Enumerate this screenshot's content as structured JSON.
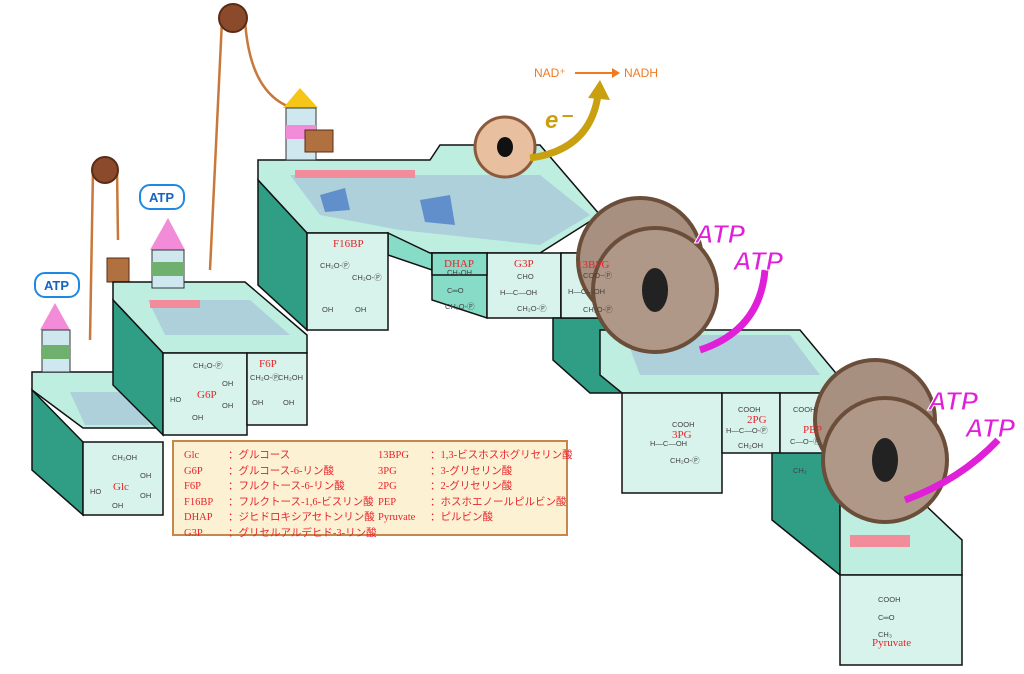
{
  "reaction": {
    "nad": "NAD⁺",
    "nadh": "NADH",
    "electron": "e⁻"
  },
  "atp_bubbles": [
    "ATP",
    "ATP"
  ],
  "atp_products": [
    "ATP",
    "ATP",
    "ATP",
    "ATP"
  ],
  "cards": {
    "glc": "Glc",
    "g6p": "G6P",
    "f6p": "F6P",
    "f16bp": "F16BP",
    "dhap": "DHAP",
    "g3p": "G3P",
    "bpg13": "13BPG",
    "pg3": "3PG",
    "pg2": "2PG",
    "pep": "PEP",
    "pyruvate": "Pyruvate"
  },
  "formulas": {
    "glc": [
      "CH₂OH",
      "OH",
      "HO",
      "OH",
      "OH"
    ],
    "g6p": [
      "CH₂O-Ⓟ",
      "OH",
      "HO",
      "OH",
      "OH"
    ],
    "f6p": [
      "CH₂O-Ⓟ",
      "CH₂OH",
      "OH",
      "OH"
    ],
    "f16bp": [
      "CH₂O-Ⓟ",
      "CH₂O-Ⓟ",
      "OH",
      "OH"
    ],
    "dhap": [
      "CH₂OH",
      "C═O",
      "CH₂O-Ⓟ"
    ],
    "g3p": [
      "CHO",
      "H—C—OH",
      "CH₂O-Ⓟ"
    ],
    "bpg13": [
      "COO~Ⓟ",
      "H—C—OH",
      "CH₂O-Ⓟ"
    ],
    "pg3": [
      "COOH",
      "H—C—OH",
      "CH₂O-Ⓟ"
    ],
    "pg2": [
      "COOH",
      "H—C—O-Ⓟ",
      "CH₂OH"
    ],
    "pep": [
      "COOH",
      "C—O~Ⓟ",
      "CH₂"
    ],
    "pyruvate": [
      "COOH",
      "C═O",
      "CH₃"
    ]
  },
  "legend": {
    "left": [
      {
        "abbr": "Glc",
        "name": "：グルコース"
      },
      {
        "abbr": "G6P",
        "name": "：グルコース-6-リン酸"
      },
      {
        "abbr": "F6P",
        "name": "：フルクトース-6-リン酸"
      },
      {
        "abbr": "F16BP",
        "name": "：フルクトース-1,6-ビスリン酸"
      },
      {
        "abbr": "DHAP",
        "name": "：ジヒドロキシアセトンリン酸"
      },
      {
        "abbr": "G3P",
        "name": "：グリセルアルデヒド-3-リン酸"
      }
    ],
    "right": [
      {
        "abbr": "13BPG",
        "name": "：1,3-ビスホスホグリセリン酸"
      },
      {
        "abbr": "3PG",
        "name": "：3-グリセリン酸"
      },
      {
        "abbr": "2PG",
        "name": "：2-グリセリン酸"
      },
      {
        "abbr": "PEP",
        "name": "：ホスホエノールピルビン酸"
      },
      {
        "abbr": "Pyruvate",
        "name": "：ピルビン酸"
      }
    ]
  },
  "colors": {
    "atp_product": "#e020d8",
    "atp_bubble": "#1565c0",
    "label": "#e8242a",
    "nad_arrow": "#f07a20",
    "electron": "#c9a010",
    "block": "#86dcc6"
  }
}
